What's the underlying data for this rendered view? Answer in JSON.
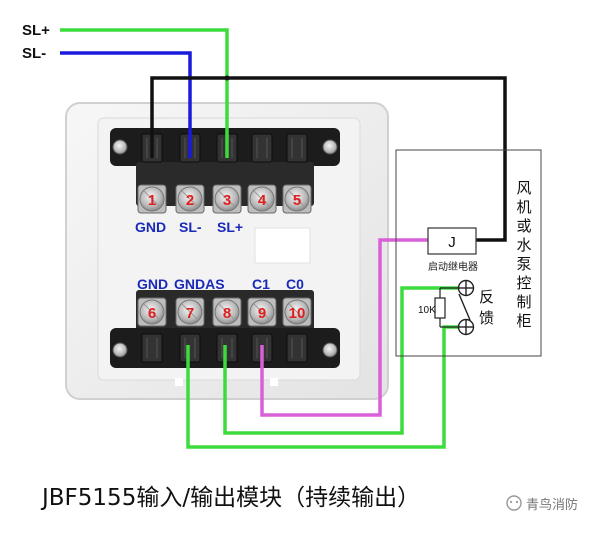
{
  "bus_labels": {
    "sl_plus": "SL+",
    "sl_minus": "SL-"
  },
  "top_terminals": [
    {
      "number": "1"
    },
    {
      "number": "2"
    },
    {
      "number": "3"
    },
    {
      "number": "4"
    },
    {
      "number": "5"
    }
  ],
  "top_terminal_labels": {
    "gnd": "GND",
    "sl_minus": "SL-",
    "sl_plus": "SL+"
  },
  "bottom_terminal_labels": {
    "gnd": "GND",
    "gndas": "GNDAS",
    "c1": "C1",
    "c0": "C0"
  },
  "bottom_terminals": [
    {
      "number": "6"
    },
    {
      "number": "7"
    },
    {
      "number": "8"
    },
    {
      "number": "9"
    },
    {
      "number": "10"
    }
  ],
  "control_cabinet": {
    "title_chars": [
      "风",
      "机",
      "或",
      "水",
      "泵",
      "控",
      "制",
      "柜"
    ],
    "relay_symbol": "J",
    "relay_label": "启动继电器",
    "resistor_label": "10K",
    "feedback_chars": [
      "反",
      "馈"
    ]
  },
  "caption": "JBF5155输入/输出模块（持续输出）",
  "watermark": "青鸟消防",
  "colors": {
    "sl_plus_wire": "#3ddc3d",
    "sl_minus_wire": "#1a1adc",
    "gnd_wire": "#111111",
    "relay_wire": "#d860d8",
    "feedback_wire": "#3ddc3d",
    "terminal_number": "#e02020",
    "terminal_label": "#1a2ab8"
  }
}
